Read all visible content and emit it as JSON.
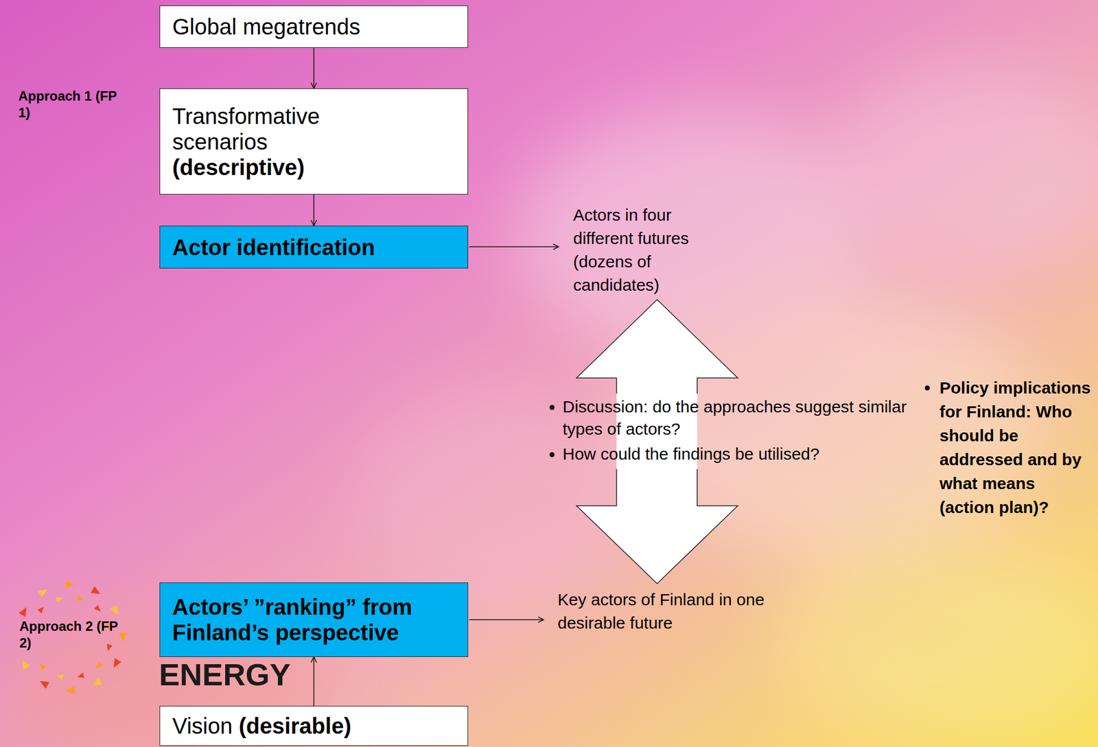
{
  "diagram": {
    "nodes": [
      {
        "text": [
          "Global megatrends"
        ]
      },
      {
        "text": [
          "Transformative scenarios",
          "(descriptive)"
        ]
      },
      {
        "text": [
          "Actor identification"
        ]
      },
      {
        "text": [
          "Actors’ ”ranking” from Finland’s perspective"
        ]
      },
      {
        "text": [
          "Vision",
          "(desirable)"
        ]
      }
    ],
    "edges": [
      {
        "from": 0,
        "to": 1,
        "arrow": "to"
      },
      {
        "from": 1,
        "to": 2,
        "arrow": "to"
      },
      {
        "from": 4,
        "to": 3,
        "arrow": "to"
      }
    ],
    "labels": [
      "Approach 1 (FP 1)",
      "Actors in four different futures (dozens of candidates)",
      "Discussion: do the approaches suggest similar types of actors?",
      "How could the findings be utilised?",
      "Policy implications for Finland: Who should be addressed and by what means (action plan)?",
      "Key actors of Finland in one desirable future",
      "Approach 2 (FP 2)",
      "ENERGY"
    ]
  }
}
